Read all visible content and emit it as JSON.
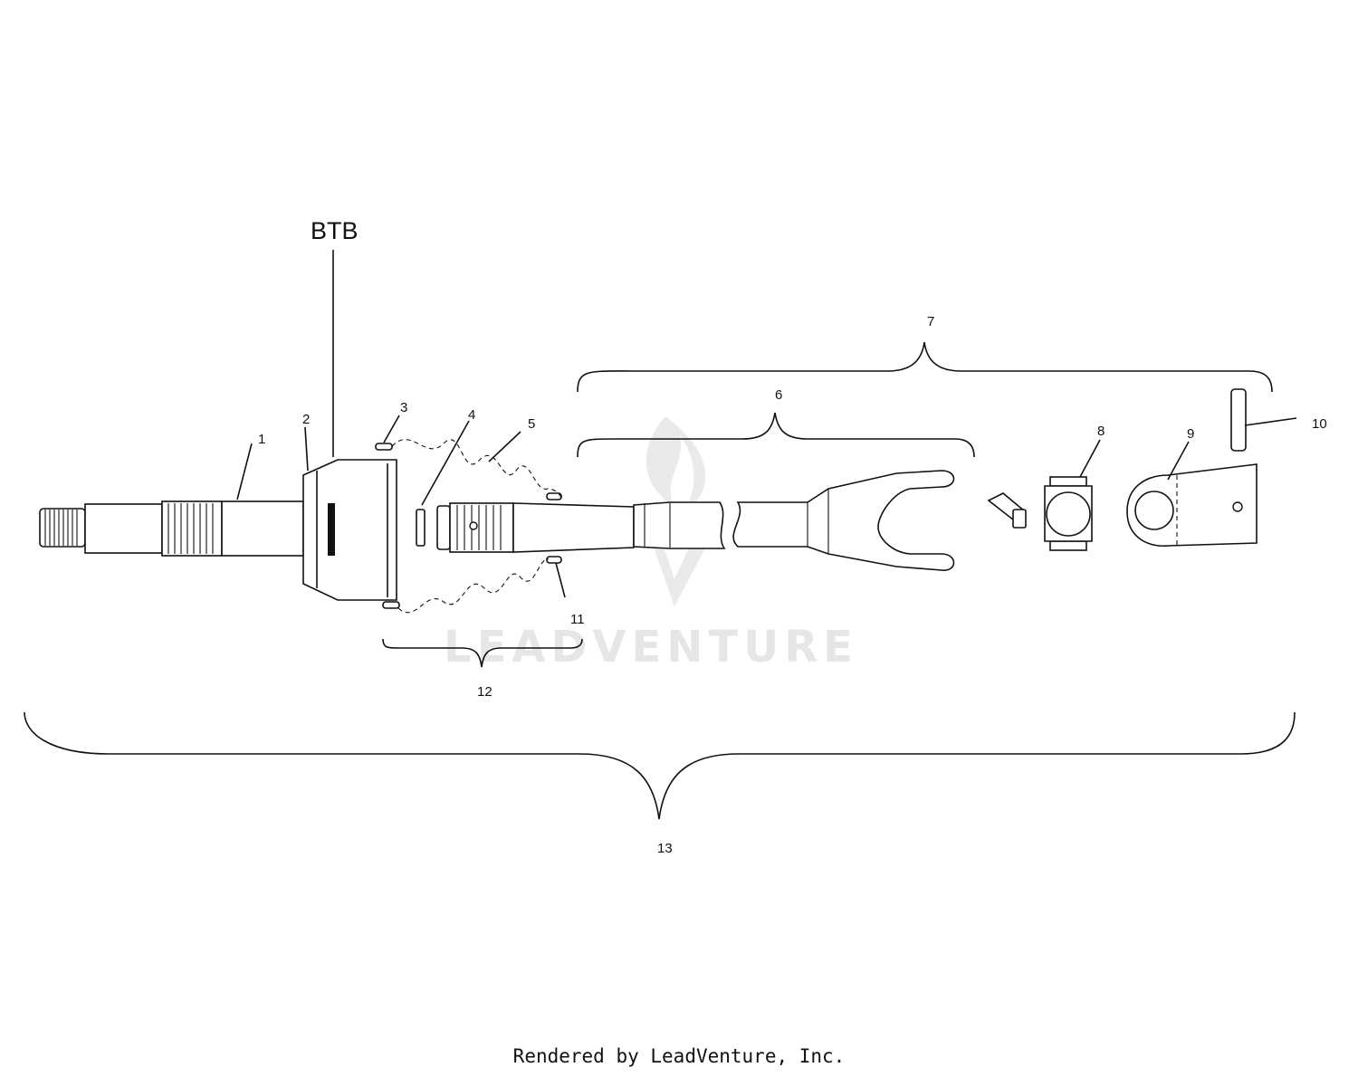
{
  "diagram": {
    "header_label": "BTB",
    "callouts": [
      "1",
      "2",
      "3",
      "4",
      "5",
      "6",
      "7",
      "8",
      "9",
      "10",
      "11",
      "12",
      "13"
    ],
    "watermark_text": "LEADVENTURE"
  },
  "footer": {
    "text": "Rendered by LeadVenture, Inc."
  }
}
